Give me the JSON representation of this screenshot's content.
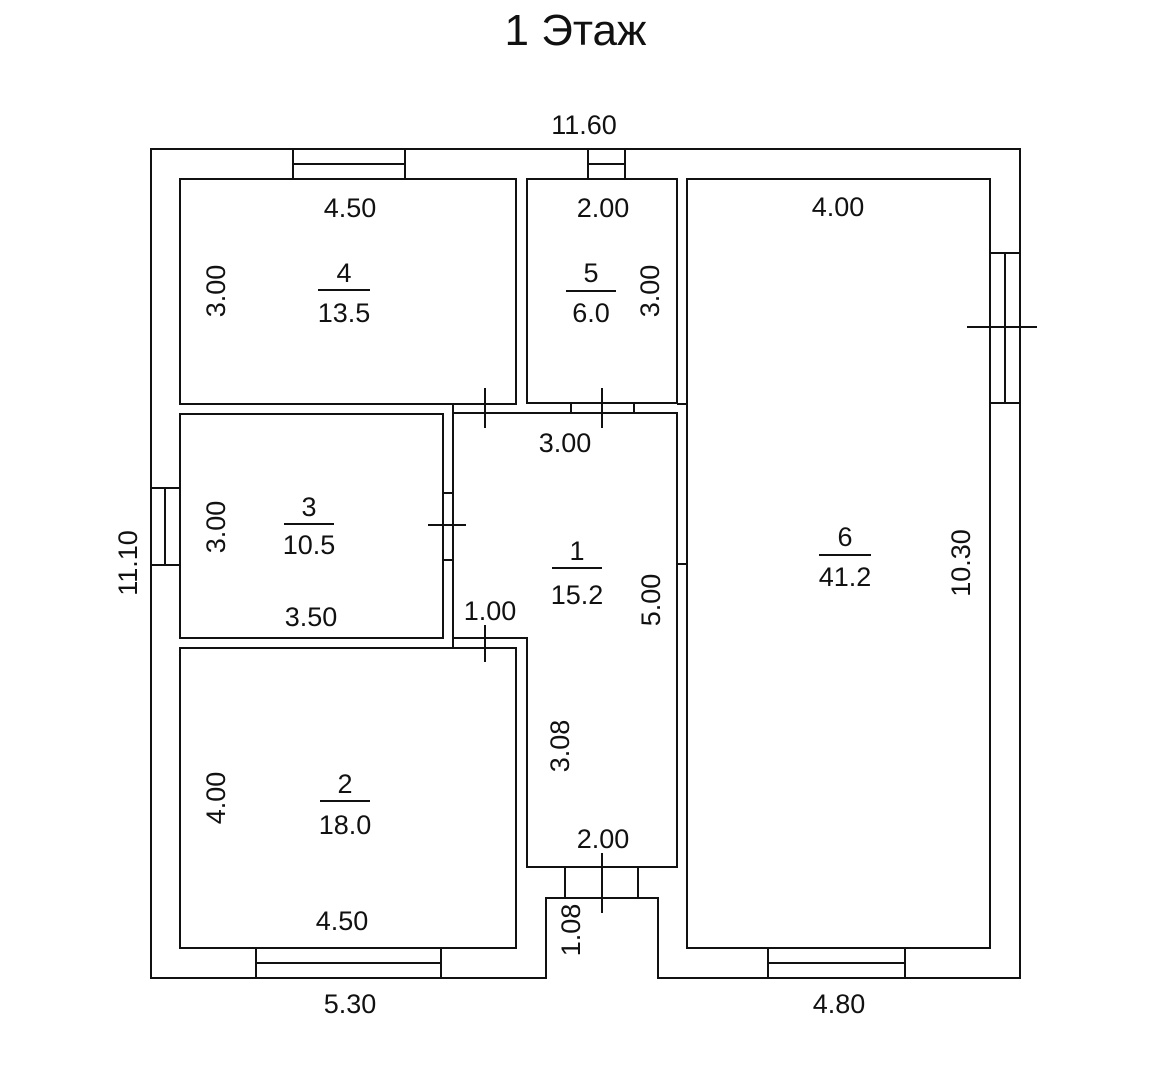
{
  "title": "1 Этаж",
  "overall": {
    "top": "11.60",
    "left": "11.10",
    "bottom_left": "5.30",
    "bottom_right": "4.80",
    "entrance_depth": "1.08"
  },
  "rooms": [
    {
      "number": "1",
      "area": "15.2",
      "dims": [
        "3.00",
        "5.00",
        "1.00",
        "3.08",
        "2.00"
      ]
    },
    {
      "number": "2",
      "area": "18.0",
      "dims": [
        "4.00",
        "4.50"
      ]
    },
    {
      "number": "3",
      "area": "10.5",
      "dims": [
        "3.00",
        "3.50"
      ]
    },
    {
      "number": "4",
      "area": "13.5",
      "dims": [
        "4.50",
        "3.00"
      ]
    },
    {
      "number": "5",
      "area": "6.0",
      "dims": [
        "2.00",
        "3.00"
      ]
    },
    {
      "number": "6",
      "area": "41.2",
      "dims": [
        "4.00",
        "10.30"
      ]
    }
  ]
}
